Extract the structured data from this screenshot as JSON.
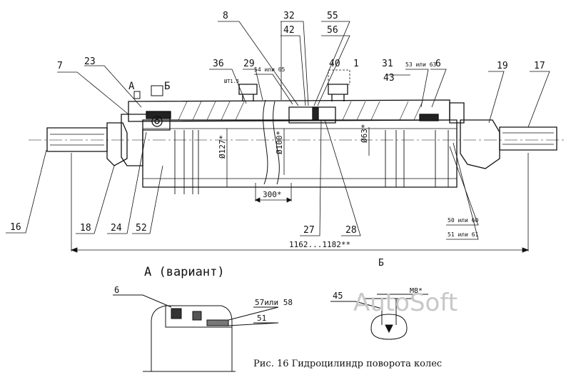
{
  "callouts": {
    "c7": "7",
    "c23": "23",
    "c36": "36",
    "c29": "29",
    "c8": "8",
    "c32": "32",
    "c42": "42",
    "c55": "55",
    "c56": "56",
    "c40": "40",
    "c1": "1",
    "c31": "31",
    "c43": "43",
    "c6": "6",
    "c19": "19",
    "c17": "17",
    "c16": "16",
    "c18": "18",
    "c24": "24",
    "c52": "52",
    "c27": "27",
    "c28": "28",
    "c54or65": "54 или 65",
    "c53or63": "53 или 63",
    "c50or60": "50 или 60",
    "c51or61": "51 или 61",
    "v_a": "А",
    "v_b": "Б"
  },
  "dimensions": {
    "d127": "Ø127*",
    "d100": "Ø100*",
    "d63": "Ø63*",
    "len300": "300*",
    "overall": "1162...1182**",
    "thread": "ШТ1.5"
  },
  "details": {
    "view_a_title": "А (вариант)",
    "view_b_title": "Б",
    "a_6": "6",
    "a_57or58": "57или 58",
    "a_51": "51",
    "b_45": "45",
    "b_m8": "M8*"
  },
  "watermark": "AutoSoft",
  "caption": "Рис. 16 Гидроцилиндр поворота колес"
}
